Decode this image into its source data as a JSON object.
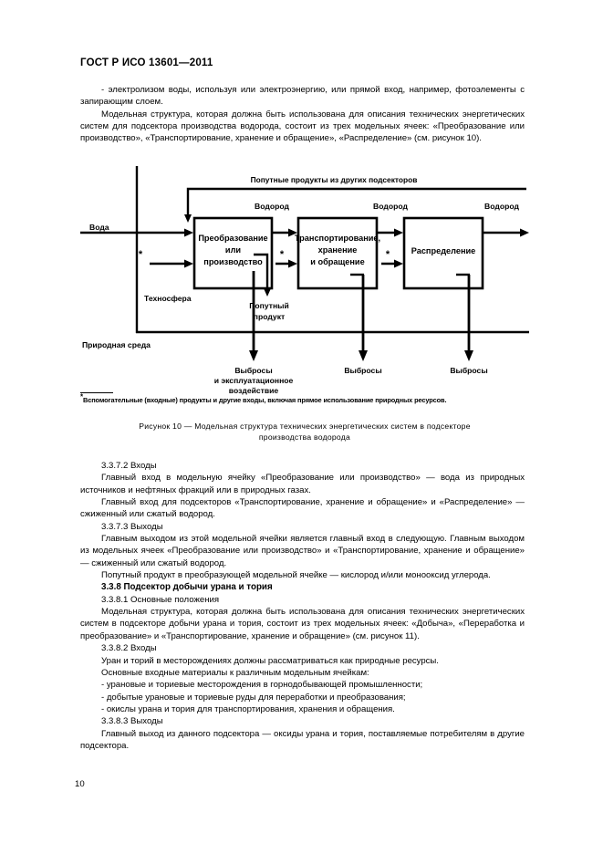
{
  "header": {
    "standard_title": "ГОСТ Р ИСО 13601—2011"
  },
  "page_number": "10",
  "top_text": {
    "bullet_line": "- электролизом воды, используя или электроэнергию, или прямой вход, например, фотоэлементы с запирающим слоем.",
    "paragraph_1": "Модельная структура, которая должна быть использована для описания технических энергетических систем для подсектора производства водорода, состоит из трех модельных ячеек: «Преобразование или производство», «Транспортирование, хранение и обращение», «Распределение» (см. рисунок 10)."
  },
  "figure": {
    "number": "Рисунок 10",
    "caption_line_1": "Рисунок 10 — Модельная структура технических энергетических систем в подсекторе",
    "caption_line_2": "производства водорода",
    "top_flow_label": "Попутные продукты из других подсекторов",
    "input_label": "Вода",
    "boxes": [
      {
        "line_1": "Преобразование",
        "line_2": "или",
        "line_3": "производство"
      },
      {
        "line_1": "Транспортирование,",
        "line_2": "хранение",
        "line_3": "и обращение"
      },
      {
        "line_1": "Распределение",
        "line_2": "",
        "line_3": ""
      }
    ],
    "hydrogen_labels": [
      "Водород",
      "Водород",
      "Водород"
    ],
    "technosphere_label": "Техносфера",
    "environment_label": "Природная среда",
    "byproduct_label_line_1": "Попутный",
    "byproduct_label_line_2": "продукт",
    "emission_1_line_1": "Выбросы",
    "emission_1_line_2": "и эксплуатационное",
    "emission_1_line_3": "воздействие",
    "emission_2": "Выбросы",
    "emission_3": "Выбросы",
    "asterisk": "*",
    "footnote_marker": "*",
    "footnote_text": "Вспомогательные (входные) продукты и другие входы, включая прямое использование природных ресурсов."
  },
  "sections": {
    "s_3_3_7_2_heading": "3.3.7.2  Входы",
    "s_3_3_7_2_p1": "Главный вход в модельную ячейку «Преобразование или производство» — вода из природных источников и нефтяных фракций или в природных газах.",
    "s_3_3_7_2_p2": "Главный вход для подсекторов «Транспортирование, хранение и обращение» и «Распределение» — сжиженный или сжатый водород.",
    "s_3_3_7_3_heading": "3.3.7.3  Выходы",
    "s_3_3_7_3_p1": "Главным выходом из этой модельной ячейки является главный вход в следующую. Главным выходом из модельных ячеек «Преобразование или производство» и «Транспортирование, хранение и обращение» — сжиженный или сжатый водород.",
    "s_3_3_7_3_p2": "Попутный продукт в преобразующей модельной ячейке — кислород и/или монооксид углерода.",
    "s_3_3_8_heading": "3.3.8  Подсектор добычи урана и тория",
    "s_3_3_8_1_heading": "3.3.8.1  Основные положения",
    "s_3_3_8_1_p1": "Модельная структура, которая должна быть использована для описания технических энергетических систем в подсекторе добычи урана и тория, состоит из трех модельных ячеек: «Добыча», «Переработка и преобразование» и «Транспортирование, хранение и обращение» (см. рисунок 11).",
    "s_3_3_8_2_heading": "3.3.8.2  Входы",
    "s_3_3_8_2_p1": "Уран и торий в месторождениях должны рассматриваться как природные ресурсы.",
    "s_3_3_8_2_p2": "Основные входные материалы к различным модельным ячейкам:",
    "s_3_3_8_2_bullets": [
      "- урановые и ториевые месторождения в горнодобывающей промышленности;",
      "- добытые урановые и ториевые руды для переработки и преобразования;",
      "- окислы урана и тория для транспортирования, хранения и обращения."
    ],
    "s_3_3_8_3_heading": "3.3.8.3  Выходы",
    "s_3_3_8_3_p1": "Главный выход из данного подсектора — оксиды урана и тория, поставляемые потребителям в другие подсектора."
  }
}
